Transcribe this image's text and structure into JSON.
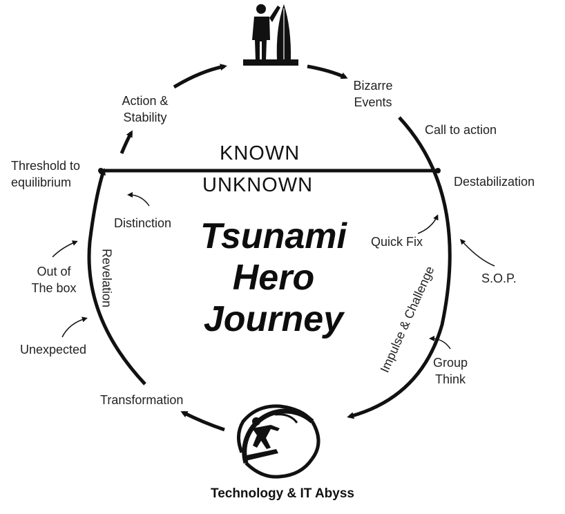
{
  "diagram": {
    "title_lines": [
      "Tsunami",
      "Hero",
      "Journey"
    ],
    "known": "KNOWN",
    "unknown": "UNKNOWN",
    "footer": "Technology & IT Abyss",
    "stages": {
      "action_stability": [
        "Action &",
        "Stability"
      ],
      "bizarre_events": [
        "Bizarre",
        "Events"
      ],
      "call_to_action": "Call to action",
      "destabilization": "Destabilization",
      "threshold": [
        "Threshold to",
        "equilibrium"
      ],
      "distinction": "Distinction",
      "quick_fix": "Quick Fix",
      "sop": "S.O.P.",
      "out_of_box": [
        "Out of",
        "The box"
      ],
      "unexpected": "Unexpected",
      "group_think": [
        "Group",
        "Think"
      ],
      "transformation": "Transformation",
      "revelation": "Revelation",
      "impulse_challenge": "Impulse & Challenge"
    },
    "icons": [
      "person-with-surfboard-icon",
      "surfer-in-wave-icon",
      "curved-arrow-icon"
    ]
  }
}
